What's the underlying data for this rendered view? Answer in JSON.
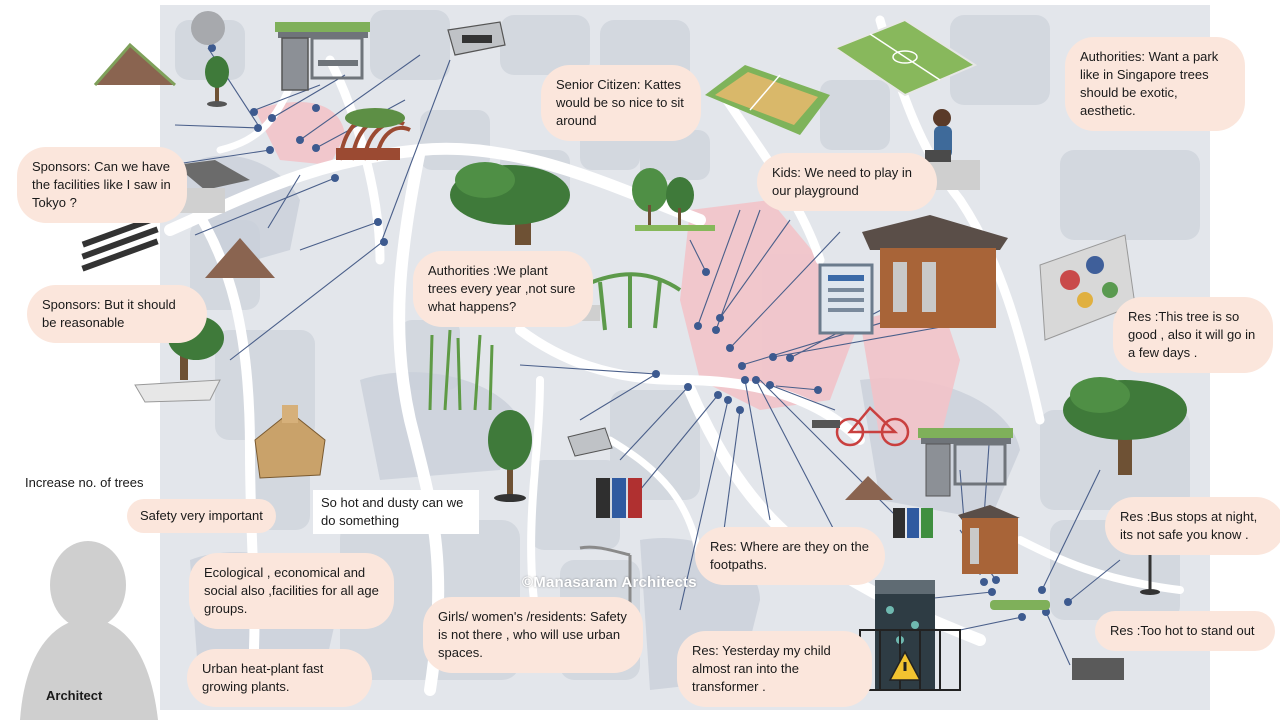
{
  "watermark": "©Manasaram Architects",
  "architect_label": "Architect",
  "notes": {
    "senior_citizen": "Senior Citizen: Kattes would be so nice to sit around",
    "authorities_park": "Authorities: Want a park like in Singapore trees should be exotic, aesthetic.",
    "sponsors_tokyo": "Sponsors: Can we have the facilities like I saw in Tokyo ?",
    "kids": "Kids: We need to play in our playground",
    "authorities_plant": "Authorities :We plant trees every year ,not sure what happens?",
    "sponsors_reasonable": "Sponsors: But it should be reasonable",
    "res_tree": "Res :This tree is so good , also it will go in a few days .",
    "increase_trees": "Increase no. of trees",
    "safety_important": "Safety very important",
    "hot_dusty": "So hot and dusty can we do something",
    "res_bus_stops": "Res :Bus stops at night, its not safe you know .",
    "ecological": "Ecological , economical and social also ,facilities for all age groups.",
    "res_footpaths": "Res: Where are they on the footpaths.",
    "girls_women": "Girls/ women's /residents: Safety is not there , who will use urban spaces.",
    "res_too_hot": "Res :Too hot to stand out",
    "urban_heat": "Urban heat-plant fast growing plants.",
    "res_transformer": "Res: Yesterday my child almost ran into the transformer ."
  },
  "colors": {
    "road": "#ffffff",
    "block": "#d9dde3",
    "block_dark": "#c7ccd4",
    "pink_zone": "#f2c7cc",
    "bubble": "#fbe6dc",
    "line": "#4a5f8a",
    "dot": "#3d5a8f",
    "tree": "#3f7a3a",
    "trunk": "#6e5134",
    "wood": "#a86438",
    "grass": "#86b85a",
    "court": "#d9b86a"
  },
  "icons": [
    "tree-icon",
    "bench-icon",
    "bus-shelter-icon",
    "toilet-block-icon",
    "info-board-icon",
    "bicycle-icon",
    "bins-icon",
    "transformer-icon",
    "warning-icon",
    "sports-field-icon",
    "tennis-court-icon",
    "soil-mound-icon",
    "streetlight-icon",
    "pergola-icon",
    "fountain-icon",
    "bamboo-icon",
    "sitting-woman-icon",
    "architect-silhouette-icon",
    "sign-icon",
    "graffiti-wall-icon",
    "stall-icon"
  ]
}
